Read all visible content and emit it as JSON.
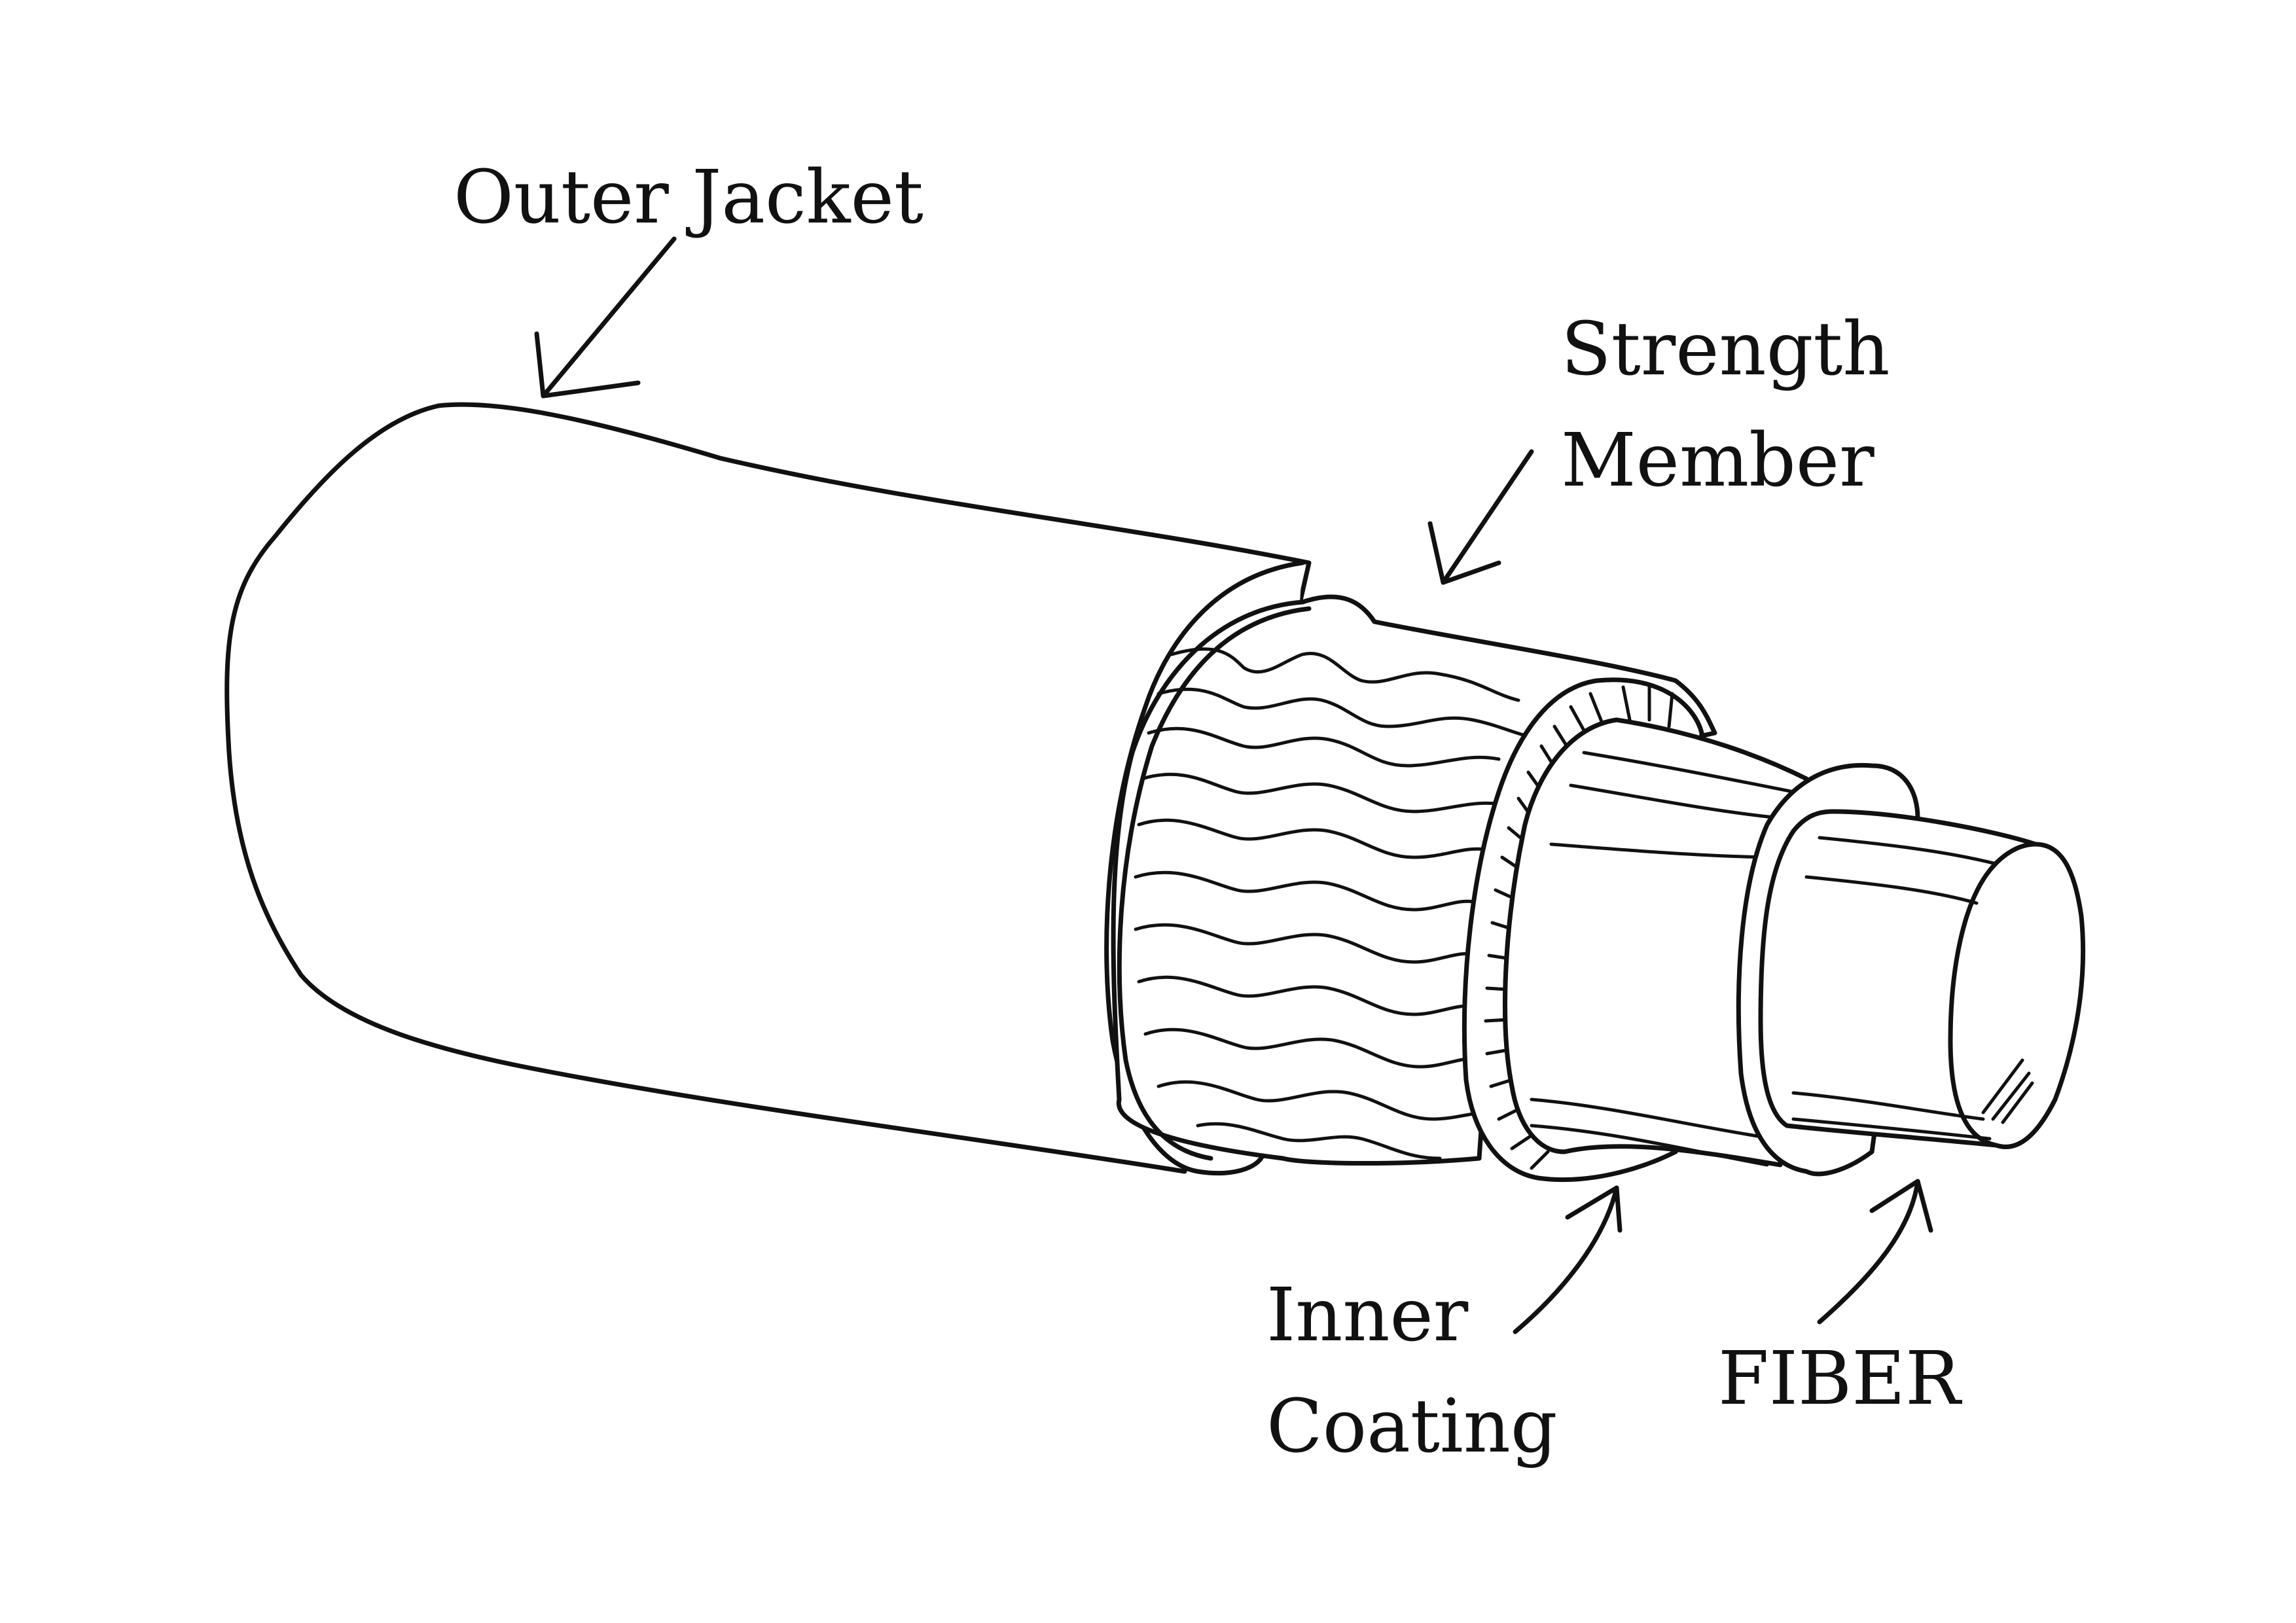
{
  "labels": {
    "outer_jacket": "Outer Jacket",
    "strength_member_line1": "Strength",
    "strength_member_line2": "Member",
    "inner_coating_line1": "Inner",
    "inner_coating_line2": "Coating",
    "fiber": "FIBER"
  },
  "colors": {
    "ink": "#111111",
    "background": "#ffffff"
  }
}
